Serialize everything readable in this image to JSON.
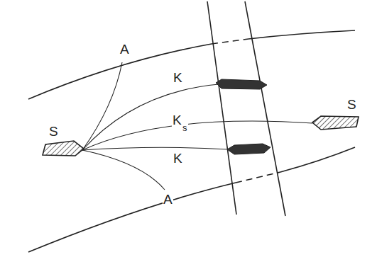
{
  "diagram": {
    "labels": [
      "A",
      "K",
      "S",
      "S",
      "K",
      "s",
      "K",
      "A"
    ]
  }
}
